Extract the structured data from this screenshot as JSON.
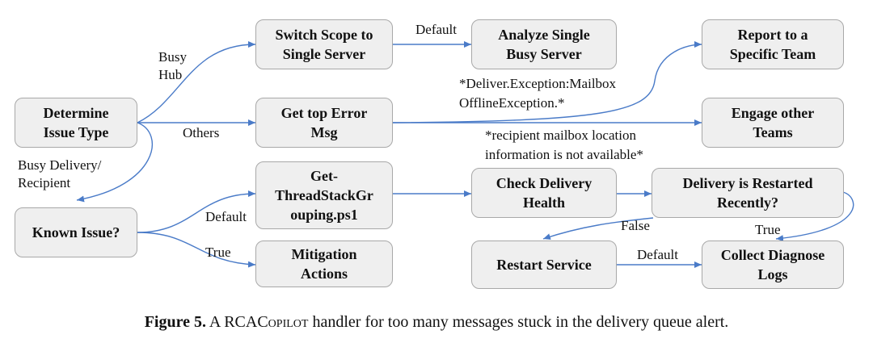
{
  "nodes": {
    "determine_issue_type": "Determine\nIssue Type",
    "switch_scope": "Switch Scope to\nSingle Server",
    "get_top_error": "Get top Error\nMsg",
    "analyze_single": "Analyze Single\nBusy Server",
    "report_team": "Report to a\nSpecific Team",
    "engage_teams": "Engage other\nTeams",
    "known_issue": "Known Issue?",
    "get_threadstack": "Get-\nThreadStackGr\nouping.ps1",
    "mitigation": "Mitigation\nActions",
    "check_delivery": "Check Delivery\nHealth",
    "delivery_restarted": "Delivery is Restarted\nRecently?",
    "restart_service": "Restart Service",
    "collect_logs": "Collect Diagnose\nLogs"
  },
  "edge_labels": {
    "busy_hub": "Busy\nHub",
    "others": "Others",
    "busy_delivery": "Busy Delivery/\nRecipient",
    "default_top": "Default",
    "default_known": "Default",
    "true_known": "True",
    "false_restart": "False",
    "true_restart": "True",
    "default_bottom": "Default"
  },
  "annotations": {
    "mailbox_offline": "*Deliver.Exception:Mailbox\nOfflineException.*",
    "recipient_location": "*recipient mailbox location\ninformation is not available*"
  },
  "caption": {
    "label": "Figure 5.",
    "text_before": " A RCA",
    "small_caps": "Copilot",
    "text_after": " handler for too many messages stuck in the delivery queue alert."
  },
  "colors": {
    "edge": "#4a7bc8",
    "node_fill": "#efefef",
    "node_border": "#a8a8a8"
  }
}
